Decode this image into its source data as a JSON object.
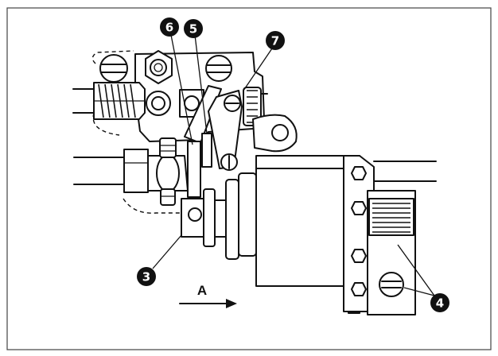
{
  "diagram": {
    "callouts": [
      {
        "id": "c6",
        "label": "6"
      },
      {
        "id": "c5",
        "label": "5"
      },
      {
        "id": "c7",
        "label": "7"
      },
      {
        "id": "c3",
        "label": "3"
      },
      {
        "id": "c4",
        "label": "4"
      }
    ],
    "arrow": {
      "label": "A"
    },
    "colors": {
      "line": "#111111",
      "background": "#ffffff",
      "callout_fill": "#111111",
      "callout_text": "#ffffff"
    }
  }
}
